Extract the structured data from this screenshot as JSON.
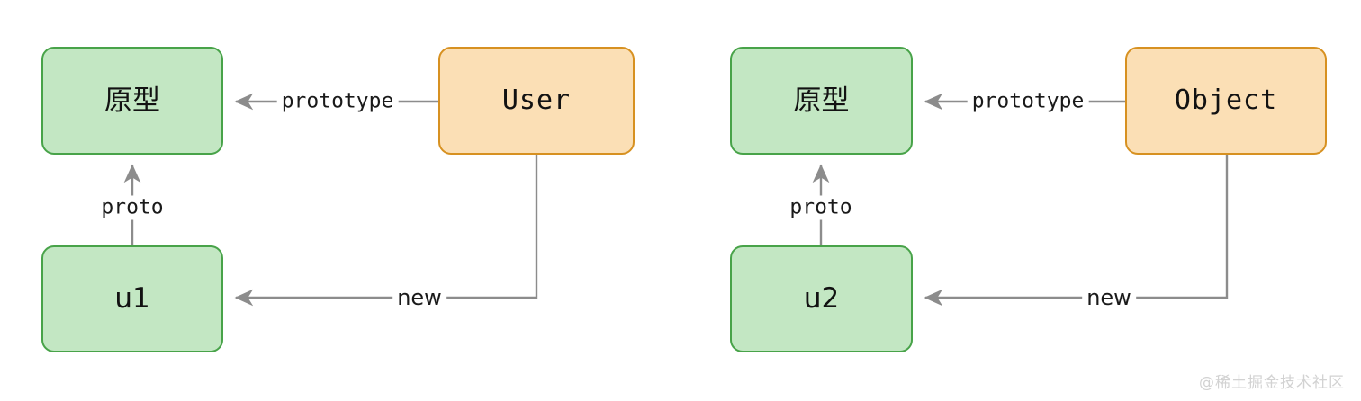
{
  "diagram": {
    "title": "JavaScript prototype chain diagram",
    "background": "#ffffff",
    "colors": {
      "green_fill": "#c3e7c3",
      "green_border": "#48a349",
      "orange_fill": "#fbdfb5",
      "orange_border": "#d79121",
      "edge": "#8c8c8c",
      "text": "#121212",
      "watermark": "#d2d2d2"
    },
    "nodes": [
      {
        "id": "proto-left",
        "label": "原型",
        "kind": "green"
      },
      {
        "id": "user",
        "label": "User",
        "kind": "orange"
      },
      {
        "id": "u1",
        "label": "u1",
        "kind": "green"
      },
      {
        "id": "proto-right",
        "label": "原型",
        "kind": "green"
      },
      {
        "id": "object",
        "label": "Object",
        "kind": "orange"
      },
      {
        "id": "u2",
        "label": "u2",
        "kind": "green"
      }
    ],
    "edges": [
      {
        "id": "user-prototype",
        "label": "prototype",
        "from": "user",
        "to": "proto-left"
      },
      {
        "id": "u1-proto",
        "label": "__proto__",
        "from": "u1",
        "to": "proto-left"
      },
      {
        "id": "user-new-u1",
        "label": "new",
        "from": "user",
        "to": "u1"
      },
      {
        "id": "object-prototype",
        "label": "prototype",
        "from": "object",
        "to": "proto-right"
      },
      {
        "id": "u2-proto",
        "label": "__proto__",
        "from": "u2",
        "to": "proto-right"
      },
      {
        "id": "object-new-u2",
        "label": "new",
        "from": "object",
        "to": "u2"
      }
    ],
    "watermark": "@稀土掘金技术社区"
  }
}
